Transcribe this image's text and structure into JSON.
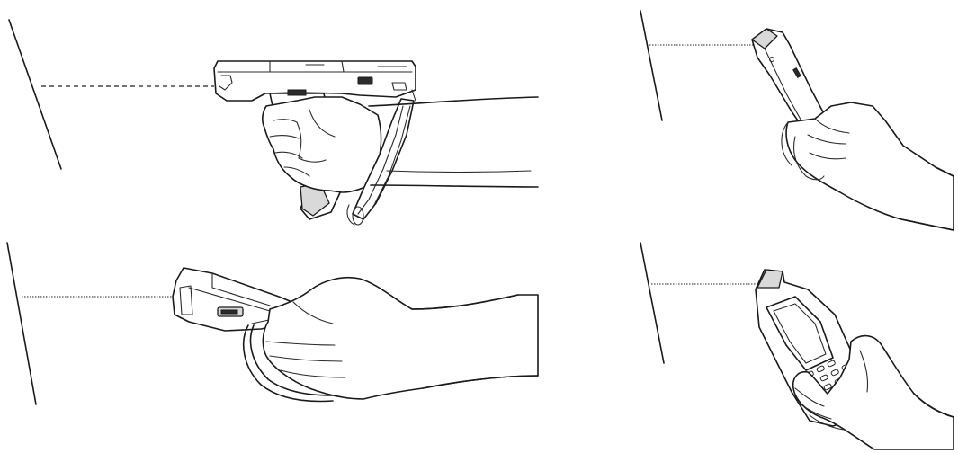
{
  "figure": {
    "panels": [
      {
        "id": "top-left",
        "device": "trigger-handle",
        "beam_style": "dashed"
      },
      {
        "id": "top-right",
        "device": "handheld-side",
        "beam_style": "dotted"
      },
      {
        "id": "bottom-left",
        "device": "handheld-flat",
        "beam_style": "dotted"
      },
      {
        "id": "bottom-right",
        "device": "handheld-front",
        "beam_style": "dotted"
      }
    ],
    "colors": {
      "ink": "#1a1a1a",
      "background": "#ffffff",
      "shade": "#d9d9d9"
    }
  }
}
